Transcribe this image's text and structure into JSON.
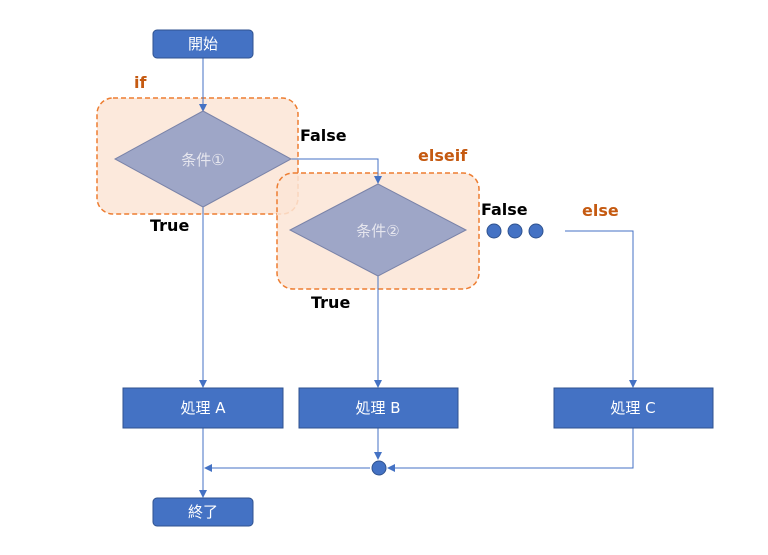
{
  "nodes": {
    "start": "開始",
    "cond1": "条件①",
    "cond2": "条件②",
    "proc_a": "処理 A",
    "proc_b": "処理 B",
    "proc_c": "処理 C",
    "end": "終了"
  },
  "labels": {
    "if": "if",
    "elseif": "elseif",
    "else": "else",
    "false1": "False",
    "false2": "False",
    "true1": "True",
    "true2": "True"
  },
  "colors": {
    "node_fill": "#4472c4",
    "node_stroke": "#2f528f",
    "diamond_fill": "#9ea6c7",
    "region_fill": "#fbe5d6",
    "region_stroke": "#ed7d31",
    "connector": "#4472c4",
    "keyword_text": "#c55a11"
  }
}
